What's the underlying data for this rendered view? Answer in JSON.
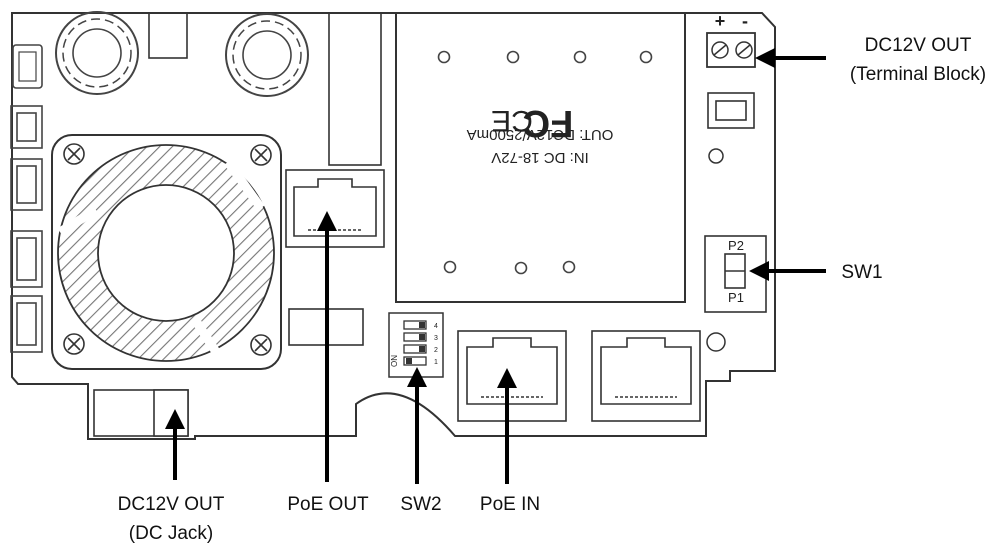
{
  "callouts": {
    "dc12v_terminal_line1": "DC12V OUT",
    "dc12v_terminal_line2": "(Terminal Block)",
    "sw1": "SW1",
    "dc12v_jack_line1": "DC12V OUT",
    "dc12v_jack_line2": "(DC Jack)",
    "poe_out": "PoE OUT",
    "sw2": "SW2",
    "poe_in": "PoE IN"
  },
  "board_markings": {
    "terminal_plus": "+",
    "terminal_minus": "-",
    "p2": "P2",
    "p1": "P1",
    "psu_fc": "FC",
    "psu_ce": "CE",
    "psu_out": "OUT: DC12V/2500mA",
    "psu_in": "IN: DC 18-72V",
    "dip_on": "ON",
    "dip_nums": [
      "1",
      "2",
      "3",
      "4"
    ]
  }
}
